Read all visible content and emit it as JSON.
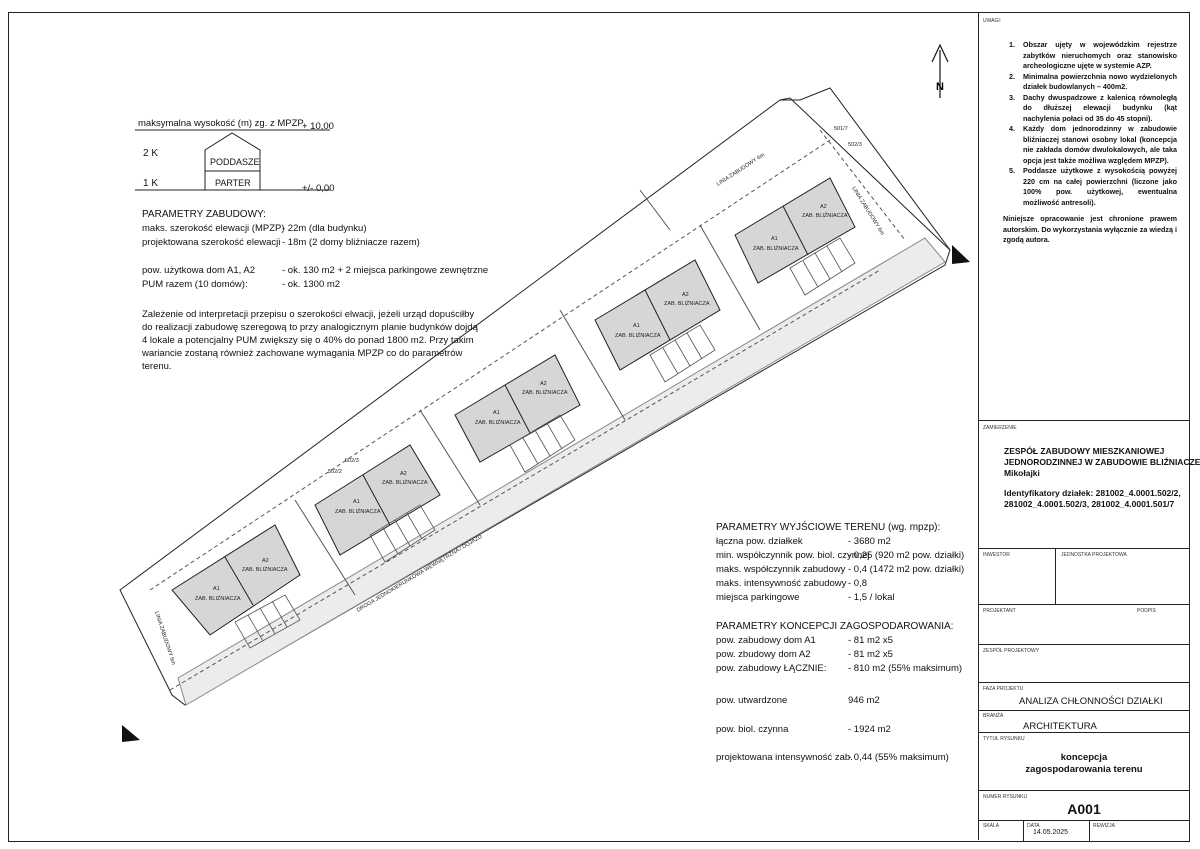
{
  "site": {
    "north_label": "N",
    "street_label": "DROGA JEDNOKIERUNKOWA WEWNĘTRZNA / DOJAZD",
    "build_line_labels": [
      "LINIA ZABUDOWY 6m",
      "LINIA ZABUDOWY 6m",
      "LINIA ZABUDOWY 6m"
    ],
    "parcels": [
      "501/7",
      "502/3",
      "502/2",
      "502/3"
    ],
    "unit_a1": "A1",
    "unit_a2": "A2",
    "unit_type": "ZAB. BLIŹNIACZA"
  },
  "section": {
    "height_caption": "maksymalna wysokość (m) zg. z MPZP",
    "top_level": "+ 10,00",
    "zero_level": "+/- 0,00",
    "floor_2": "2 K",
    "floor_1": "1 K",
    "attic": "PODDASZE",
    "ground": "PARTER"
  },
  "params_building": {
    "heading": "PARAMETRY ZABUDOWY:",
    "rows": [
      {
        "k": "maks. szerokość elewacji (MPZP)",
        "v": "- 22m (dla budynku)"
      },
      {
        "k": "projektowana szerokość elewacji",
        "v": "- 18m (2 domy bliźniacze razem)"
      },
      {
        "k": "pow. użytkowa  dom A1, A2",
        "v": "- ok. 130 m2 + 2 miejsca parkingowe zewnętrzne"
      },
      {
        "k": "PUM razem (10 domów):",
        "v": "- ok. 1300 m2"
      }
    ],
    "note_lines": [
      "Zależenie od interpretacji przepisu o szerokości elwacji, jeżeli urząd dopuściłby",
      "do realizacji zabudowę szeregową to przy analogicznym planie budynków dojdą",
      "4 lokale a potencjalny PUM zwiększy się o 40%  do ponad 1800 m2. Przy takim",
      "wariancie zostaną również zachowane wymagania MPZP co do parametrów",
      "terenu."
    ]
  },
  "params_site": {
    "heading": "PARAMETRY WYJŚCIOWE TERENU (wg. mpzp):",
    "rows": [
      {
        "k": "łączna pow. działkek",
        "v": "- 3680 m2"
      },
      {
        "k": "min. współczynnik pow. biol. czynnej",
        "v": "- 0,25 (920 m2 pow. działki)"
      },
      {
        "k": "maks. współczynnik zabudowy",
        "v": "- 0,4 (1472 m2 pow. działki)"
      },
      {
        "k": "maks. intensywność zabudowy",
        "v": "- 0,8"
      },
      {
        "k": "miejsca parkingowe",
        "v": "- 1,5 / lokal"
      }
    ]
  },
  "params_concept": {
    "heading": "PARAMETRY KONCEPCJI ZAGOSPODAROWANIA:",
    "rows": [
      {
        "k": "pow. zabudowy  dom A1",
        "v": "- 81 m2 x5"
      },
      {
        "k": "pow. zbudowy dom A2",
        "v": "- 81 m2 x5"
      },
      {
        "k": "pow. zabudowy ŁĄCZNIE:",
        "v": "- 810 m2 (55% maksimum)"
      },
      {
        "k": "pow. utwardzone",
        "v": "946 m2"
      },
      {
        "k": "pow. biol. czynna",
        "v": "- 1924 m2"
      },
      {
        "k": "projektowana intensywność zab.",
        "v": "- 0,44 (55% maksimum)"
      }
    ]
  },
  "notes": {
    "label": "UWAGI:",
    "items": [
      "Obszar ujęty w wojewódzkim rejestrze zabytków nieruchomych oraz stanowisko archeologiczne ujęte w systemie AZP.",
      "Minimalna powierzchnia nowo wydzielonych działek budowlanych – 400m2.",
      "Dachy dwuspadzowe z kalenicą równoległą do dłuższej elewacji budynku (kąt nachylenia połaci od 35 do 45 stopni).",
      "Każdy dom jednorodzinny w zabudowie bliźniaczej stanowi osobny lokal (koncepcja nie zakłada domów dwulokalowych, ale taka opcja jest także możliwa względem MPZP).",
      "Poddasze użytkowe z wysokością powyżej 220 cm na całej powierzchni (liczone jako 100% pow. użytkowej, ewentualna możliwość antresoli)."
    ],
    "copyright": "Niniejsze opracowanie jest chronione prawem autorskim. Do wykorzystania wyłącznie za wiedzą i zgodą autora."
  },
  "title_block": {
    "order_label": "ZAMIERZENIE",
    "order_title_1": "ZESPÓŁ ZABUDOWY MIESZKANIOWEJ",
    "order_title_2": "JEDNORODZINNEJ W ZABUDOWIE BLIŹNIACZEJ",
    "order_location": "Mikołajki",
    "ids_1": "Identyfikatory działek: 281002_4.0001.502/2,",
    "ids_2": "281002_4.0001.502/3, 281002_4.0001.501/7",
    "investor_label": "INWESTOR",
    "unit_label": "JEDNOSTKA PROJEKTOWA",
    "designer_label": "PROJEKTANT",
    "signature_label": "PODPIS",
    "team_label": "ZESPÓŁ PROJEKTOWY",
    "phase_label": "FAZA PROJEKTU",
    "phase": "ANALIZA CHŁONNOŚCI DZIAŁKI",
    "branch_label": "BRANŻA",
    "branch": "ARCHITEKTURA",
    "drawing_title_label": "TYTUŁ RYSUNKU",
    "drawing_title_1": "koncepcja",
    "drawing_title_2": "zagospodarowania terenu",
    "drawing_no_label": "NUMER RYSUNKU",
    "drawing_no": "A001",
    "scale_label": "SKALA",
    "date_label": "DATA",
    "date": "14.05.2025",
    "revision_label": "REWIZJA"
  }
}
